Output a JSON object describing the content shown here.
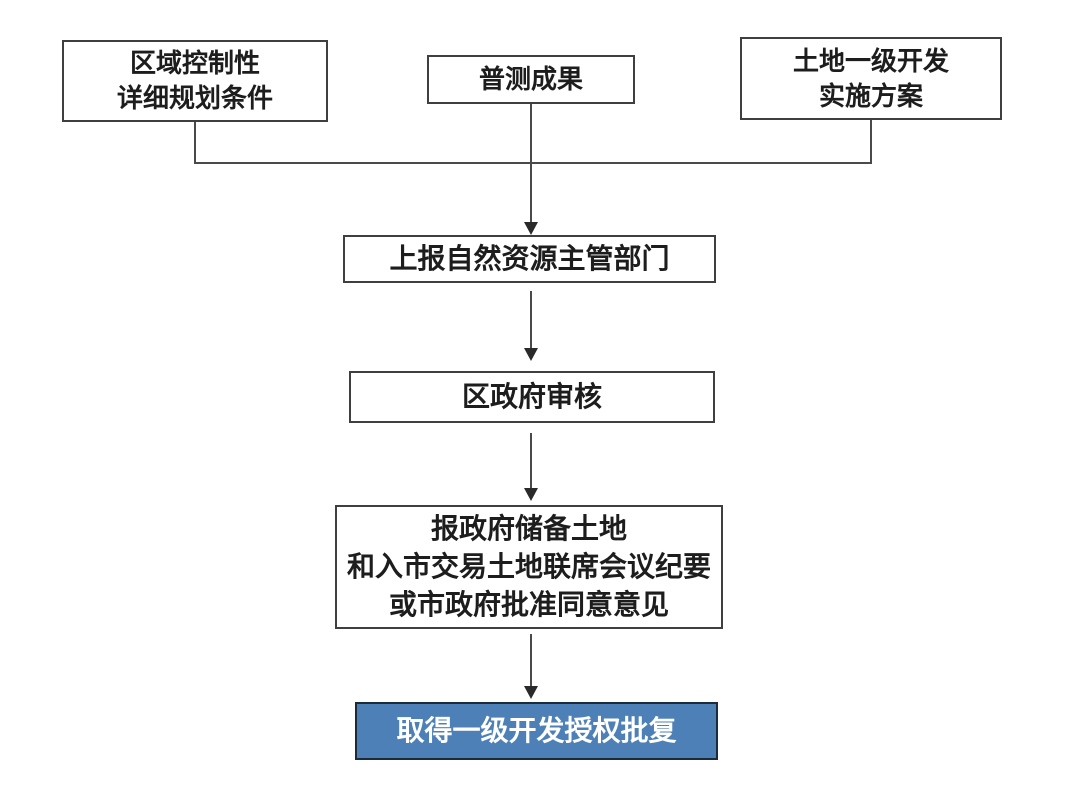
{
  "colors": {
    "background": "#ffffff",
    "box_fill": "#ffffff",
    "box_border": "#3f3f3f",
    "text": "#1d1d1d",
    "connector": "#4a4a4a",
    "final_box_fill": "#4d80b6",
    "final_box_border": "#1c2b3a",
    "final_box_text": "#ffffff"
  },
  "nodes": {
    "regional_planning": {
      "lines": [
        "区域控制性",
        "详细规划条件"
      ]
    },
    "survey_results": {
      "lines": [
        "普测成果"
      ]
    },
    "land_dev_plan": {
      "lines": [
        "土地一级开发",
        "实施方案"
      ]
    },
    "report_authority": {
      "lines": [
        "上报自然资源主管部门"
      ]
    },
    "district_review": {
      "lines": [
        "区政府审核"
      ]
    },
    "meeting_minutes": {
      "lines": [
        "报政府储备土地",
        "和入市交易土地联席会议纪要",
        "或市政府批准同意意见"
      ]
    },
    "final_approval": {
      "lines": [
        "取得一级开发授权批复"
      ]
    }
  }
}
